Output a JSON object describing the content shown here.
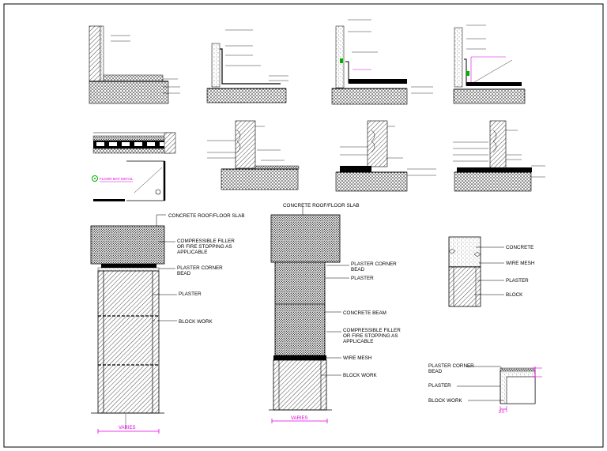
{
  "colors": {
    "ink": "#000000",
    "dimension": "#e000e0",
    "marker": "#00b000",
    "paper": "#ffffff"
  },
  "detail_left": {
    "roof_slab": "CONCRETE ROOF/FLOOR SLAB",
    "filler_1": "COMPRESSIBLE FILLER",
    "filler_2": "OR FIRE STOPPING AS",
    "filler_3": "APPLICABLE",
    "bead_1": "PLASTER CORNER",
    "bead_2": "BEAD",
    "plaster": "PLASTER",
    "block": "BLOCK WORK",
    "dim": "VARIES"
  },
  "detail_middle": {
    "roof_slab": "CONCRETE ROOF/FLOOR SLAB",
    "bead_1": "PLASTER CORNER",
    "bead_2": "BEAD",
    "plaster": "PLASTER",
    "beam": "CONCRETE BEAM",
    "filler_1": "COMPRESSIBLE FILLER",
    "filler_2": "OR FIRE STOPPING AS",
    "filler_3": "APPLICABLE",
    "mesh": "WIRE MESH",
    "block": "BLOCK WORK",
    "dim": "VARIES"
  },
  "detail_right": {
    "concrete": "CONCRETE",
    "mesh": "WIRE MESH",
    "plaster": "PLASTER",
    "block": "BLOCK"
  },
  "detail_corner": {
    "bead_1": "PLASTER CORNER",
    "bead_2": "BEAD",
    "plaster": "PLASTER",
    "block": "BLOCK WORK",
    "dim": "2.5"
  },
  "floor_mat": {
    "title": "FLOOR MAT DETAIL"
  }
}
